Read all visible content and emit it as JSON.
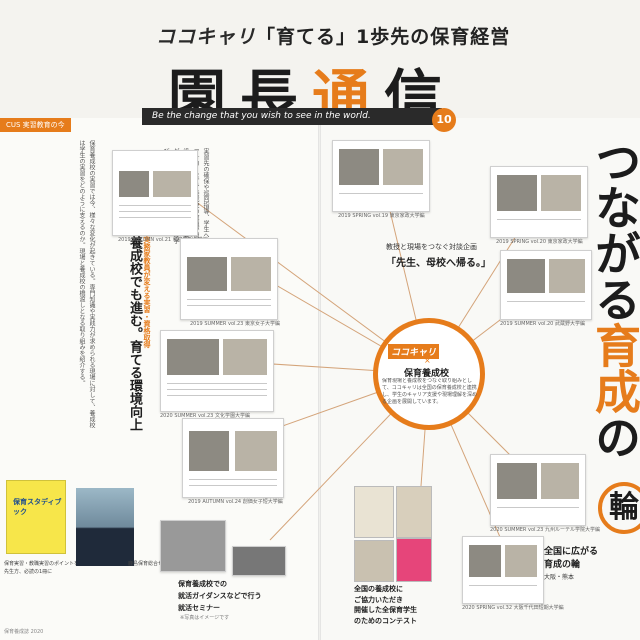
{
  "header": {
    "logo": "ココキャリ",
    "tagline": "「育てる」1歩先の保育経営",
    "title_part1": "園長",
    "title_accent": "通",
    "title_part2": "信",
    "motto": "Be the change that you wish to see in the world.",
    "issue": "10"
  },
  "left_page": {
    "section_label": "CUS 実習教育の今",
    "headline": "養成校でも進む。育てる環境向上",
    "subhead": "実務家教員が変える実習・資格取得",
    "body_col1": "保育養成校の実習では今、様々な変化が起きている。専門知識や実践力が求められる現場に対して、養成校は学生の実習をどのように支えるのか。現場と養成校の橋渡しとなる取り組みを紹介する。",
    "body_col2": "実習先の確保や巡回指導、学生へのフォローなど、養成校の教員が担う役割は大きい。現場経験を持つ教員が増えることで、学生は実践的な学びを得られるようになっている。",
    "book_title": "保育スタディブック",
    "book_caption": "保育実習・教職実習のポイントを理解！先生方、必読の1冊に",
    "person_caption": "鹿島保育総合センター長 松山洋平",
    "guidance": [
      "保育養成校での",
      "就活ガイダンスなどで行う",
      "就活セミナー"
    ],
    "guidance_note": "※写真はイメージです",
    "footer": "保育養成誌 2020"
  },
  "right_page": {
    "dialog_title": "教授と現場をつなぐ対談企画",
    "dialog_sub": "「先生、母校へ帰る。」",
    "hub_logo": "ココキャリ",
    "hub_x": "×",
    "hub_school": "保育養成校",
    "hub_text": "保育現場と養成校をつなぐ取り組みとして、ココキャリは全国の保育養成校と連携し、学生のキャリア支援や現場理解を深める企画を展開しています。",
    "big_vert": "つながる",
    "big_vert_accent": "育成",
    "big_vert_end": "の",
    "wheel": "輪",
    "spread_title": [
      "全国に広がる",
      "育成の輪"
    ],
    "spread_sub": "大阪・熊本",
    "contest": [
      "全国の養成校に",
      "ご協力いただき",
      "開催した全保育学生",
      "のためのコンテスト"
    ]
  },
  "thumb_captions": {
    "t1": "2019 AUTUMN vol.21 和泉短期大学編",
    "t2": "2019 SPRING vol.19 東京家政大学編",
    "t3": "2019 SPRING vol.20 東京家政大学編",
    "t4": "2019 SUMMER vol.23 東京女子大学編",
    "t5": "2019 SUMMER vol.20 武蔵野大学編",
    "t6": "2020 SUMMER vol.23 文化学園大学編",
    "t7": "2019 AUTUMN vol.24 創価女子短大学編",
    "t8": "2020 SUMMER vol.23 九州ルーテル学院大学編",
    "t9": "2020 SPRING vol.32 大阪千代田短期大学編"
  }
}
